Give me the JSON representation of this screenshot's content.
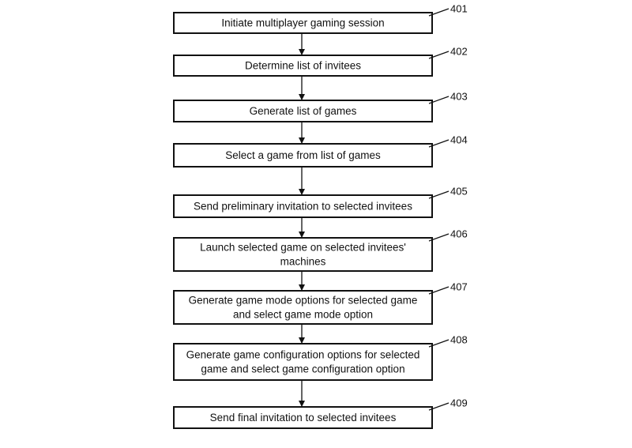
{
  "flowchart": {
    "steps": [
      {
        "ref": "401",
        "lines": [
          "Initiate multiplayer gaming session"
        ]
      },
      {
        "ref": "402",
        "lines": [
          "Determine list of invitees"
        ]
      },
      {
        "ref": "403",
        "lines": [
          "Generate list of games"
        ]
      },
      {
        "ref": "404",
        "lines": [
          "Select a game from list of games"
        ]
      },
      {
        "ref": "405",
        "lines": [
          "Send preliminary invitation to selected invitees"
        ]
      },
      {
        "ref": "406",
        "lines": [
          "Launch selected game on selected invitees'",
          "machines"
        ]
      },
      {
        "ref": "407",
        "lines": [
          "Generate game mode options for selected game",
          "and select game mode option"
        ]
      },
      {
        "ref": "408",
        "lines": [
          "Generate game configuration options for selected",
          "game and select game configuration option"
        ]
      },
      {
        "ref": "409",
        "lines": [
          "Send final invitation to selected invitees"
        ]
      }
    ]
  }
}
